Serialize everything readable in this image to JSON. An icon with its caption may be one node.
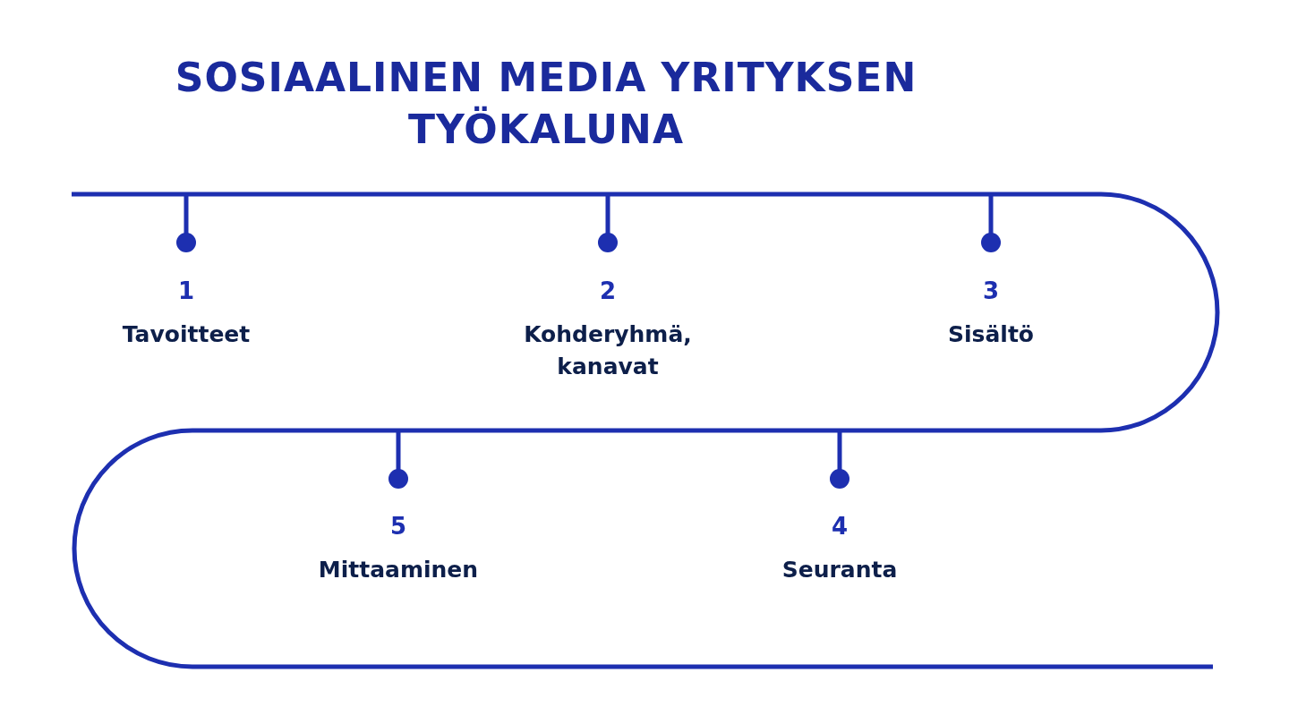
{
  "diagram": {
    "title": "SOSIAALINEN MEDIA YRITYKSEN TYÖKALUNA",
    "labels": [
      "1",
      "Tavoitteet",
      "2",
      "Kohderyhmä, kanavat",
      "3",
      "Sisältö",
      "5",
      "Mittaaminen",
      "4",
      "Seuranta"
    ]
  }
}
